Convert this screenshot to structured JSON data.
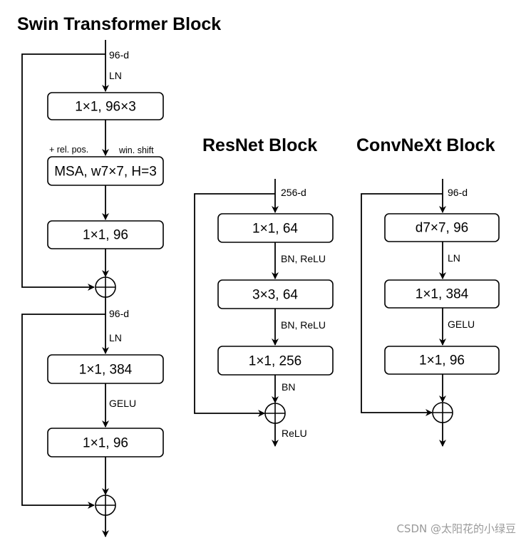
{
  "blocks": {
    "swin": {
      "title": "Swin Transformer Block",
      "input_dim": "96-d",
      "ln1": "LN",
      "box_qkv": "1×1, 96×3",
      "rel_pos": "+ rel. pos.",
      "win_shift": "win. shift",
      "box_msa": "MSA, w7×7, H=3",
      "box_proj": "1×1, 96",
      "mid_dim": "96-d",
      "ln2": "LN",
      "box_mlp1": "1×1, 384",
      "gelu": "GELU",
      "box_mlp2": "1×1, 96"
    },
    "resnet": {
      "title": "ResNet Block",
      "input_dim": "256-d",
      "box1": "1×1, 64",
      "act1": "BN, ReLU",
      "box2": "3×3, 64",
      "act2": "BN, ReLU",
      "box3": "1×1, 256",
      "act3": "BN",
      "out_act": "ReLU"
    },
    "convnext": {
      "title": "ConvNeXt Block",
      "input_dim": "96-d",
      "box1": "d7×7, 96",
      "act1": "LN",
      "box2": "1×1, 384",
      "act2": "GELU",
      "box3": "1×1, 96"
    }
  },
  "watermark": "CSDN @太阳花的小绿豆"
}
